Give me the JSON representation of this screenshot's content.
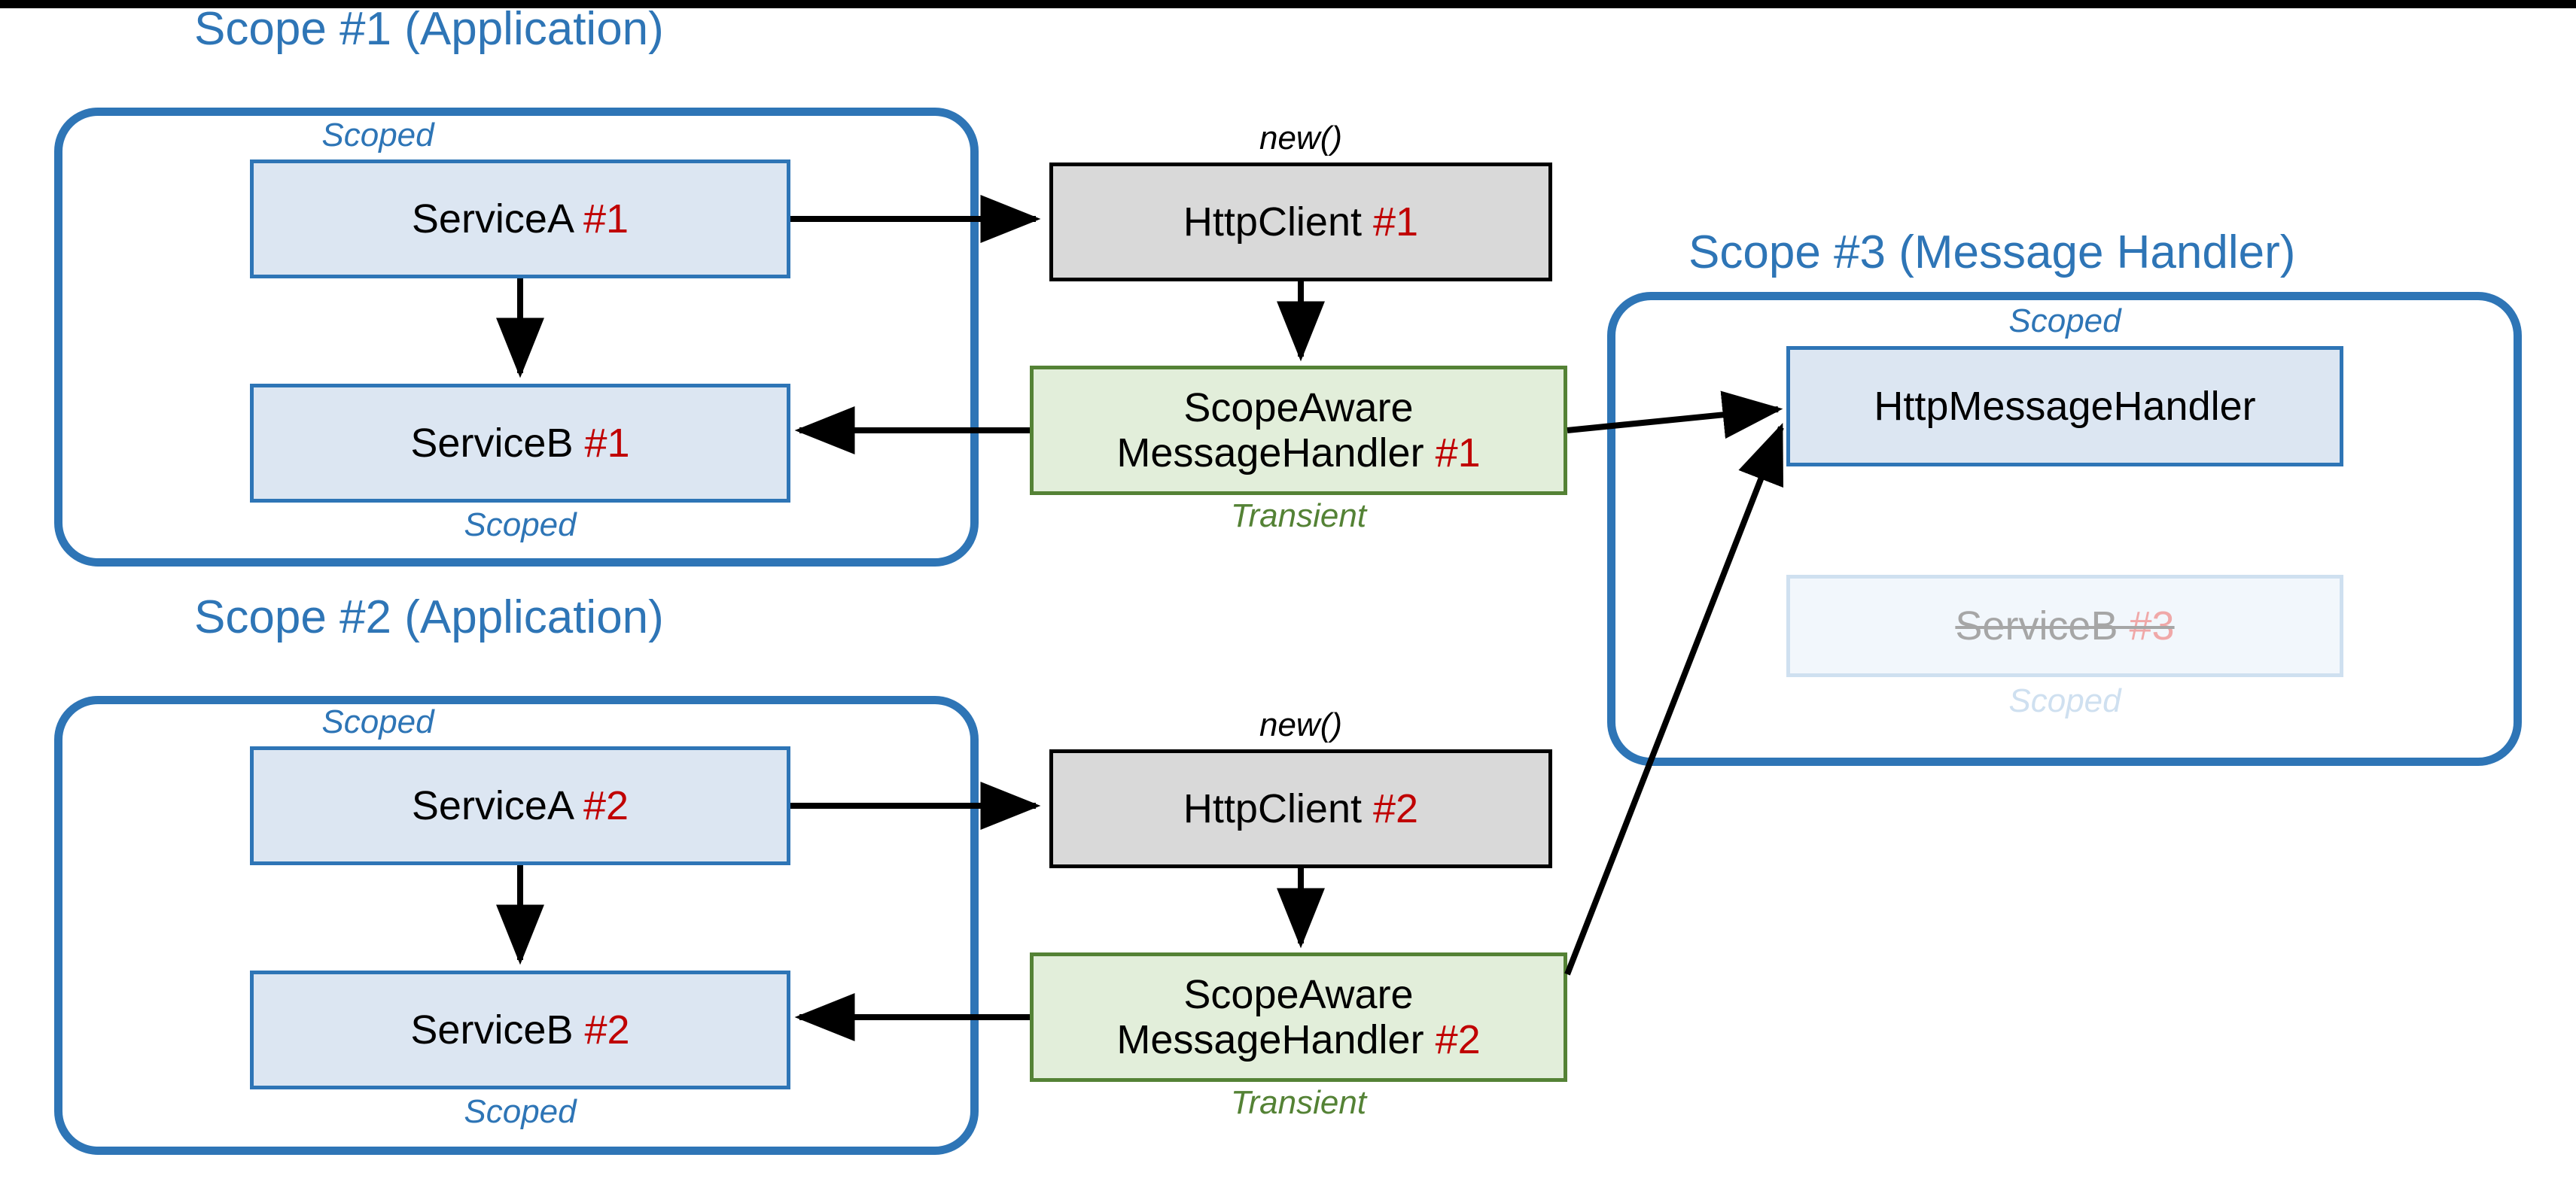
{
  "diagram": {
    "title_color": "#2E75B6",
    "accent_red": "#C00000",
    "accent_green": "#548235",
    "scopes": [
      {
        "id": "scope1",
        "title": "Scope #1 (Application)"
      },
      {
        "id": "scope2",
        "title": "Scope #2 (Application)"
      },
      {
        "id": "scope3",
        "title": "Scope #3 (Message Handler)"
      }
    ]
  },
  "scope1": {
    "title": "Scope #1 (Application)",
    "serviceA": {
      "name": "ServiceA",
      "num": "#1",
      "lifetime": "Scoped"
    },
    "serviceB": {
      "name": "ServiceB",
      "num": "#1",
      "lifetime": "Scoped"
    }
  },
  "scope2": {
    "title": "Scope #2 (Application)",
    "serviceA": {
      "name": "ServiceA",
      "num": "#2",
      "lifetime": "Scoped"
    },
    "serviceB": {
      "name": "ServiceB",
      "num": "#2",
      "lifetime": "Scoped"
    }
  },
  "scope3": {
    "title": "Scope #3 (Message Handler)",
    "httpMessageHandler": {
      "name": "HttpMessageHandler",
      "lifetime": "Scoped"
    },
    "serviceB": {
      "name": "ServiceB",
      "num": "#3",
      "lifetime": "Scoped"
    }
  },
  "middle1": {
    "httpClient": {
      "name": "HttpClient",
      "num": "#1",
      "lifetime": "new()"
    },
    "handler": {
      "line1": "ScopeAware",
      "line2": "MessageHandler",
      "num": "#1",
      "lifetime": "Transient"
    }
  },
  "middle2": {
    "httpClient": {
      "name": "HttpClient",
      "num": "#2",
      "lifetime": "new()"
    },
    "handler": {
      "line1": "ScopeAware",
      "line2": "MessageHandler",
      "num": "#2",
      "lifetime": "Transient"
    }
  }
}
